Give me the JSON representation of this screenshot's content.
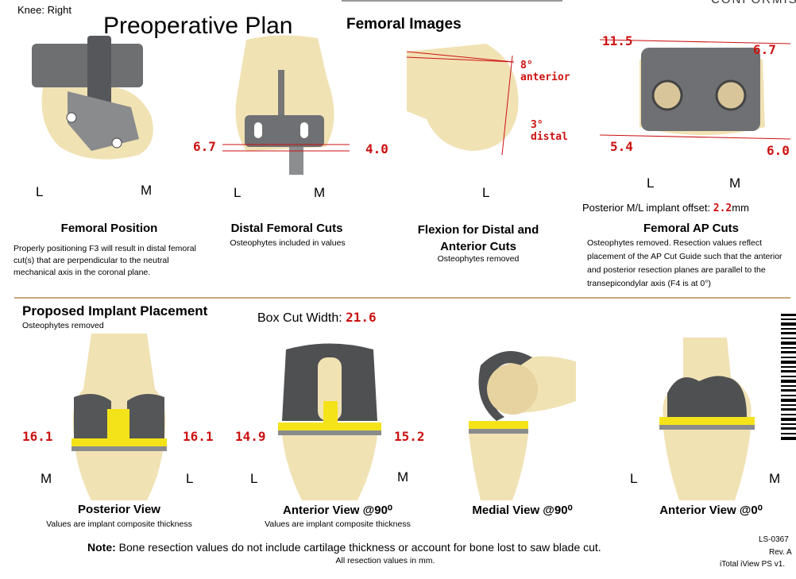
{
  "header": {
    "knee": "Knee: Right",
    "title": "Preoperative Plan",
    "femoral_images": "Femoral Images",
    "brand": "CONFORMIS"
  },
  "femoral_position": {
    "label_l": "L",
    "label_m": "M",
    "title": "Femoral Position",
    "desc": "Properly positioning F3 will result in distal femoral cut(s) that are perpendicular to the neutral mechanical axis in the coronal plane."
  },
  "distal_cuts": {
    "left_val": "6.7",
    "right_val": "4.0",
    "label_l": "L",
    "label_m": "M",
    "title": "Distal Femoral Cuts",
    "desc": "Osteophytes included in values"
  },
  "flexion": {
    "anterior": "8°\nanterior",
    "distal": "3°\ndistal",
    "label_l": "L",
    "title": "Flexion for Distal and Anterior Cuts",
    "desc": "Osteophytes removed"
  },
  "ap_cuts": {
    "top_left": "11.5",
    "top_right": "6.7",
    "bottom_left": "5.4",
    "bottom_right": "6.0",
    "label_l": "L",
    "label_m": "M",
    "offset_label": "Posterior M/L implant offset:",
    "offset_value": "2.2",
    "offset_unit": "mm",
    "title": "Femoral AP Cuts",
    "desc": "Osteophytes removed. Resection values reflect placement of the AP Cut Guide such that the anterior and posterior resection planes are parallel to the transepicondylar axis (F4 is at 0°)"
  },
  "implant": {
    "title": "Proposed Implant Placement",
    "subtitle": "Osteophytes removed",
    "box_label": "Box Cut Width:",
    "box_value": "21.6"
  },
  "posterior_view": {
    "left_val": "16.1",
    "right_val": "16.1",
    "label_left": "M",
    "label_right": "L",
    "title": "Posterior View",
    "desc": "Values are implant composite thickness"
  },
  "anterior90": {
    "left_val": "14.9",
    "right_val": "15.2",
    "label_left": "L",
    "label_right": "M",
    "title": "Anterior View @90⁰",
    "desc": "Values are implant composite thickness"
  },
  "medial90": {
    "title": "Medial View @90⁰"
  },
  "anterior0": {
    "label_left": "L",
    "label_right": "M",
    "title": "Anterior View @0⁰"
  },
  "footer": {
    "note_bold": "Note:",
    "note_text": "Bone resection values do not include cartilage thickness or account for bone lost to saw blade cut.",
    "note_sub": "All resection values in mm.",
    "doc_id": "LS-0367",
    "rev": "Rev. A",
    "product": "iTotal iView PS v1."
  },
  "colors": {
    "bone": "#f1e2b4",
    "implant": "#5f6062",
    "insert": "#f5e31a",
    "value_red": "#cc1111",
    "divider": "#c8a777"
  }
}
